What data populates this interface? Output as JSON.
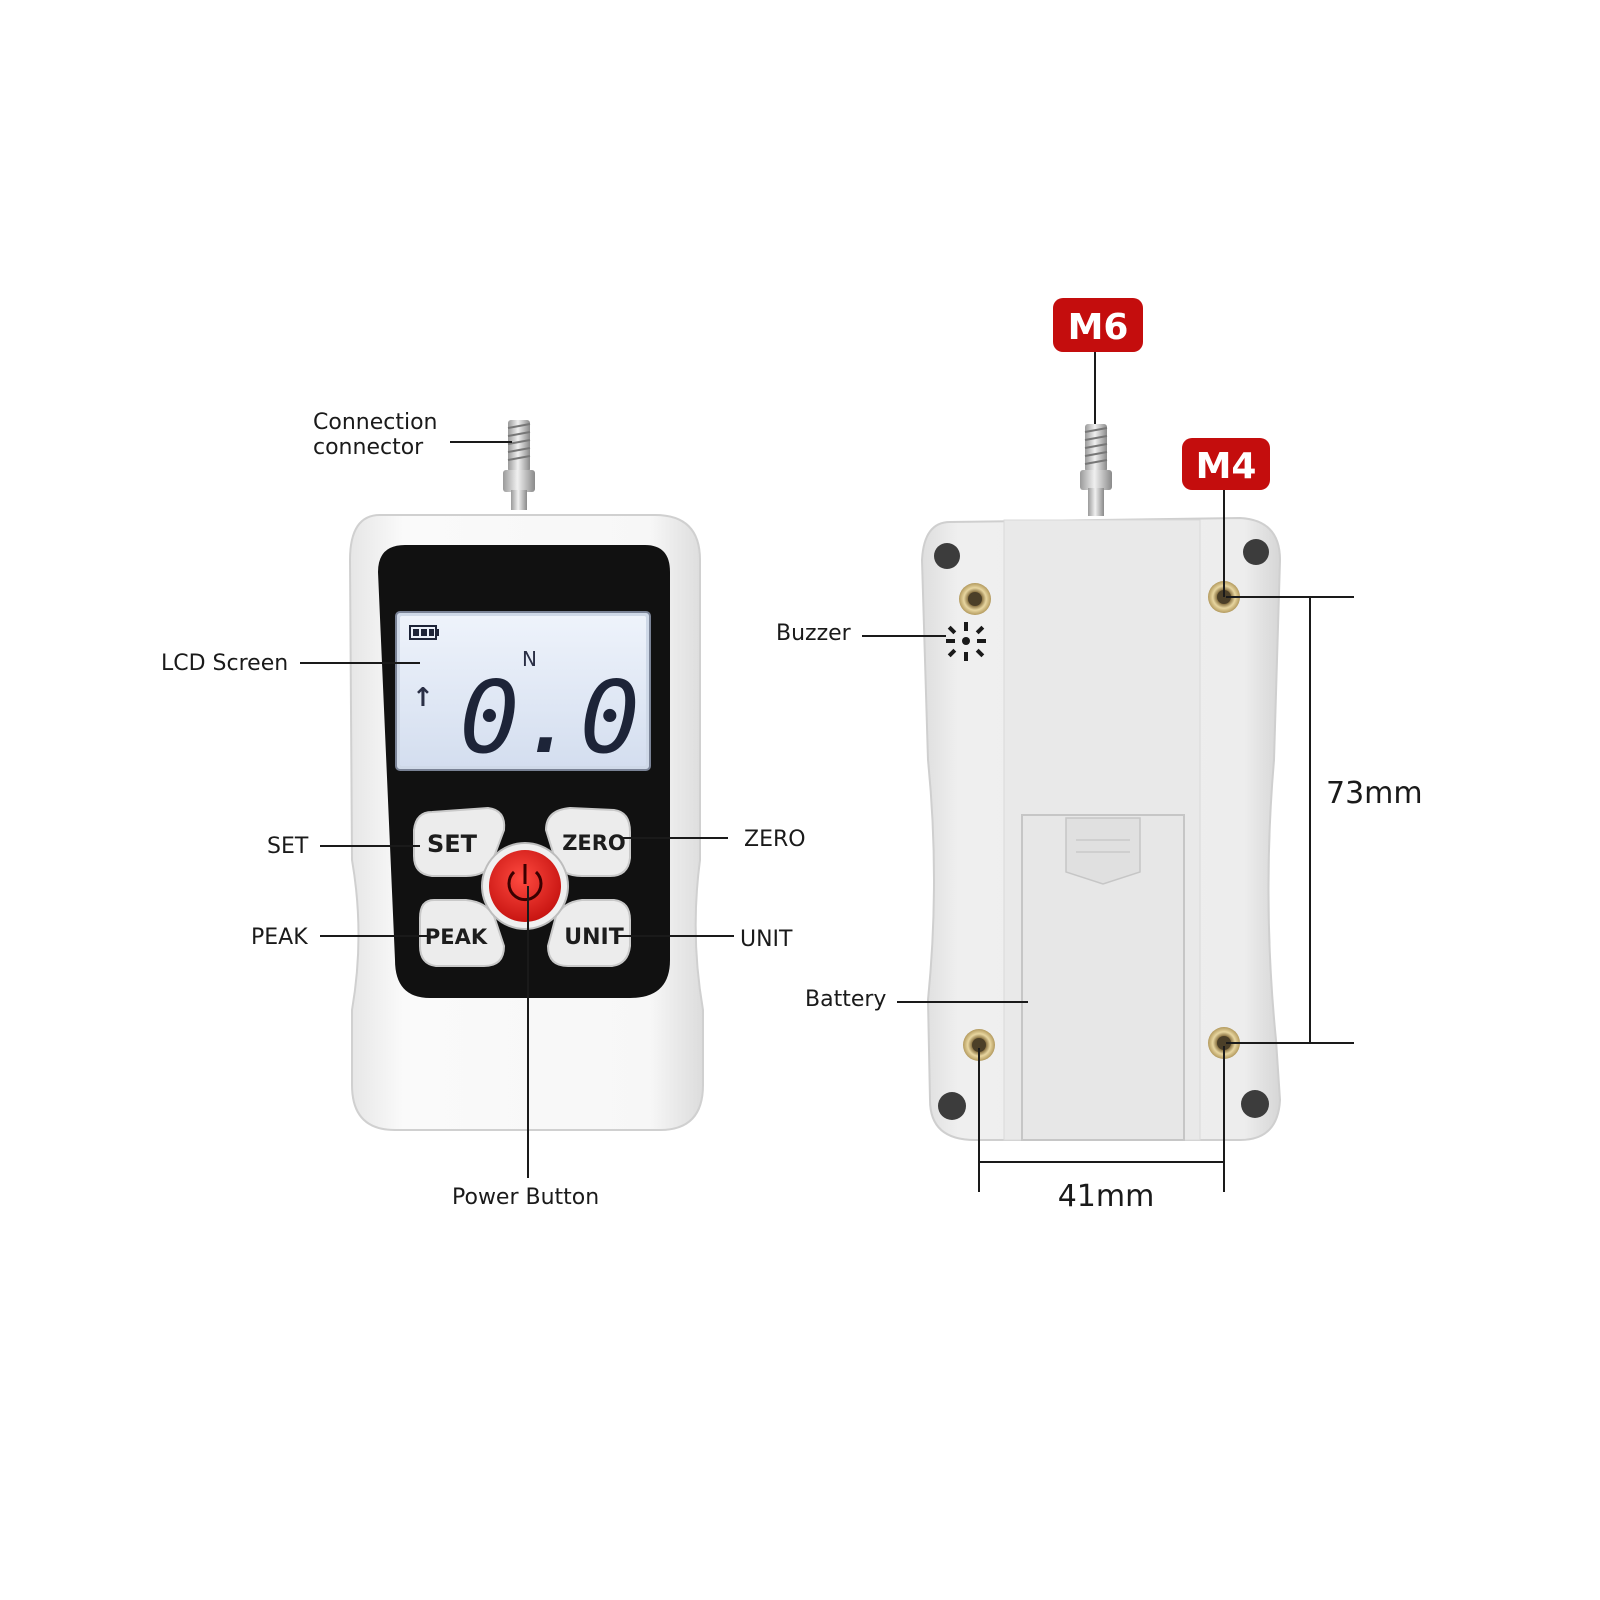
{
  "front": {
    "labels": {
      "connector_line1": "Connection",
      "connector_line2": "connector",
      "lcd_screen": "LCD Screen",
      "set": "SET",
      "zero": "ZERO",
      "peak": "PEAK",
      "unit": "UNIT",
      "power_button": "Power Button"
    },
    "buttons": {
      "set": "SET",
      "zero": "ZERO",
      "peak": "PEAK",
      "unit": "UNIT"
    },
    "lcd": {
      "unit": "N",
      "reading": "0.0",
      "arrow": "↑"
    }
  },
  "back": {
    "labels": {
      "buzzer": "Buzzer",
      "battery": "Battery"
    },
    "badges": {
      "m6": "M6",
      "m4": "M4"
    },
    "dimensions": {
      "height": "73mm",
      "width": "41mm"
    }
  },
  "colors": {
    "badge_red": "#c40d0d",
    "power_red": "#e0201c",
    "lcd_bg": "#dfe8f6",
    "panel_black": "#111111",
    "body_white": "#f3f3f3"
  }
}
